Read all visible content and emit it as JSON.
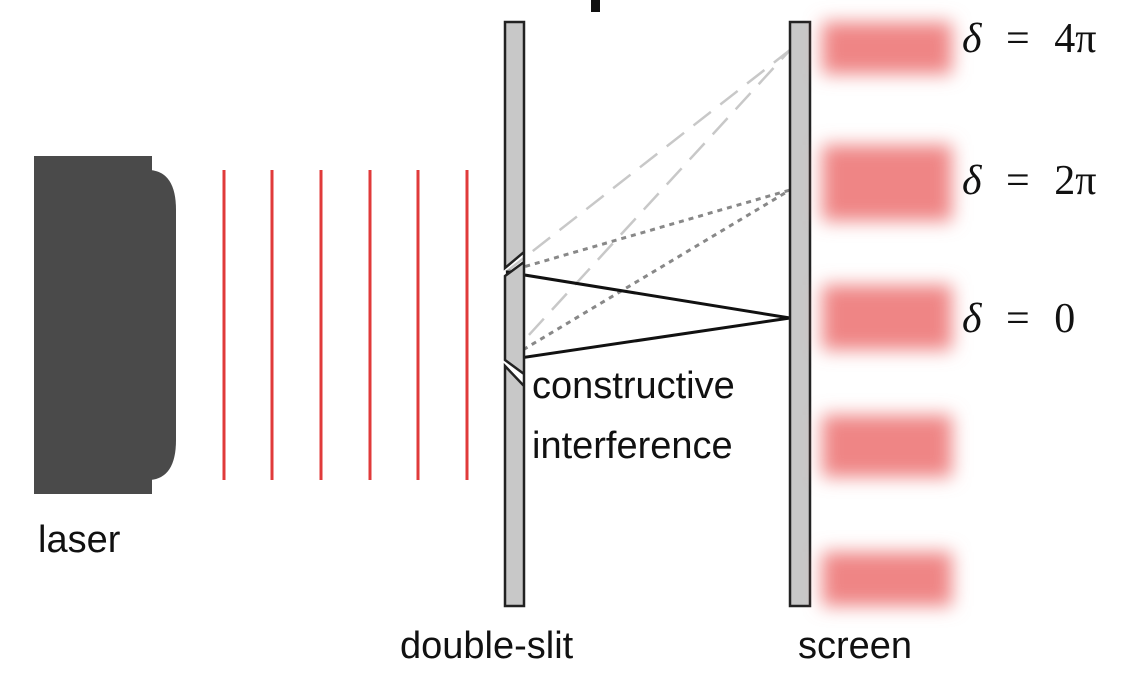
{
  "labels": {
    "laser": "laser",
    "double_slit": "double-slit",
    "screen": "screen",
    "constructive_line1": "constructive",
    "constructive_line2": "interference"
  },
  "fringe_labels": [
    {
      "symbol": "δ",
      "equals": "=",
      "value": "4π"
    },
    {
      "symbol": "δ",
      "equals": "=",
      "value": "2π"
    },
    {
      "symbol": "δ",
      "equals": "=",
      "value": "0"
    }
  ],
  "colors": {
    "laser_body": "#4a4a4a",
    "wavefront": "#e03a3a",
    "barrier_fill": "#c8c8c8",
    "barrier_stroke": "#222222",
    "fringe": "#ef8585",
    "ray_constructive": "#111111",
    "ray_dotted": "#888888",
    "ray_dashed": "#c8c8c8"
  }
}
